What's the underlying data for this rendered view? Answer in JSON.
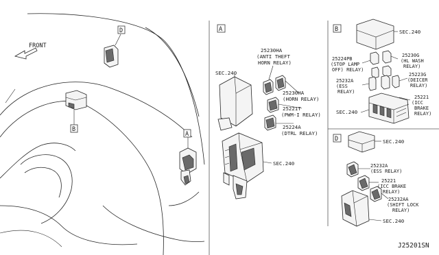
{
  "front_label": "FRONT",
  "callouts": [
    "D",
    "B",
    "A"
  ],
  "panels": {
    "A": {
      "letter": "A",
      "labels": [
        {
          "key": "sec240_top",
          "lines": [
            "SEC.240"
          ]
        },
        {
          "key": "anti_theft",
          "lines": [
            "25230HA",
            "(ANTI THEFT",
            "HORN RELAY)"
          ]
        },
        {
          "key": "horn",
          "lines": [
            "25230HA",
            "(HORN RELAY)"
          ]
        },
        {
          "key": "pwm",
          "lines": [
            "25221T",
            "(PWM-I RELAY)"
          ]
        },
        {
          "key": "dtrl",
          "lines": [
            "25224A",
            "(DTRL RELAY)"
          ]
        },
        {
          "key": "sec240_bottom",
          "lines": [
            "SEC.240"
          ]
        }
      ]
    },
    "B": {
      "letter": "B",
      "labels": [
        {
          "key": "sec240_top",
          "lines": [
            "SEC.240"
          ]
        },
        {
          "key": "stop_lamp",
          "lines": [
            "25224PB",
            "(STOP LAMP",
            "OFF) RELAY)"
          ]
        },
        {
          "key": "hl_wash",
          "lines": [
            "25230G",
            "(HL WASH",
            "RELAY)"
          ]
        },
        {
          "key": "deicer",
          "lines": [
            "25223G",
            "(DEICER",
            "RELAY)"
          ]
        },
        {
          "key": "ess",
          "lines": [
            "25232A",
            "(ESS",
            "RELAY)"
          ]
        },
        {
          "key": "icc",
          "lines": [
            "25221",
            "(ICC",
            "BRAKE",
            "RELAY)"
          ]
        },
        {
          "key": "sec240_bottom",
          "lines": [
            "SEC.240"
          ]
        }
      ]
    },
    "D": {
      "letter": "D",
      "labels": [
        {
          "key": "sec240_top",
          "lines": [
            "SEC.240"
          ]
        },
        {
          "key": "ess",
          "lines": [
            "25232A",
            "(ESS RELAY)"
          ]
        },
        {
          "key": "icc",
          "lines": [
            "25221",
            "(ICC BRAKE",
            "RELAY)"
          ]
        },
        {
          "key": "shift_lock",
          "lines": [
            "25232AA",
            "(SHIFT LOCK",
            "RELAY)"
          ]
        },
        {
          "key": "sec240_bottom",
          "lines": [
            "SEC.240"
          ]
        }
      ]
    }
  },
  "diagram_code": "J25201SN"
}
